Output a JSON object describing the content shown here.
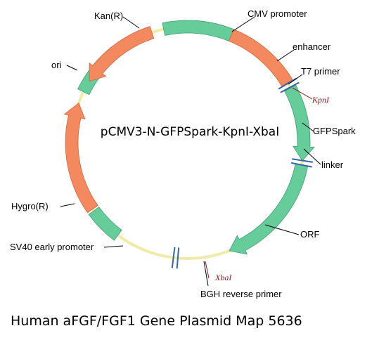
{
  "plasmid_name": "pCMV3-N-GFPSpark-KpnI-XbaI",
  "caption": "Human aFGF/FGF1 Gene Plasmid Map 5636",
  "colors": {
    "backbone": "#f0eca8",
    "green": "#66cc99",
    "orange": "#f4895f",
    "site_marker": "#3366aa",
    "site_text": "#8b1a1a"
  },
  "features": [
    {
      "id": "cmv-promoter",
      "label": "CMV promoter",
      "color": "green"
    },
    {
      "id": "enhancer",
      "label": "enhancer",
      "color": "orange"
    },
    {
      "id": "gfpspark",
      "label": "GFPSpark",
      "color": "green",
      "arrow": "clockwise"
    },
    {
      "id": "orf",
      "label": "ORF",
      "color": "green",
      "arrow": "clockwise"
    },
    {
      "id": "sv40-promoter",
      "label": "SV40 early promoter",
      "color": "green"
    },
    {
      "id": "hygro",
      "label": "Hygro(R)",
      "color": "orange",
      "arrow": "clockwise"
    },
    {
      "id": "ori",
      "label": "ori",
      "color": "green"
    },
    {
      "id": "kan",
      "label": "Kan(R)",
      "color": "orange",
      "arrow": "counterclockwise"
    }
  ],
  "markers": [
    {
      "id": "t7-primer",
      "label": "T7 primer"
    },
    {
      "id": "kpni-site",
      "label": "KpnI"
    },
    {
      "id": "linker",
      "label": "linker"
    },
    {
      "id": "xbai-site",
      "label": "XbaI"
    },
    {
      "id": "bgh-reverse-primer",
      "label": "BGH reverse primer"
    }
  ]
}
